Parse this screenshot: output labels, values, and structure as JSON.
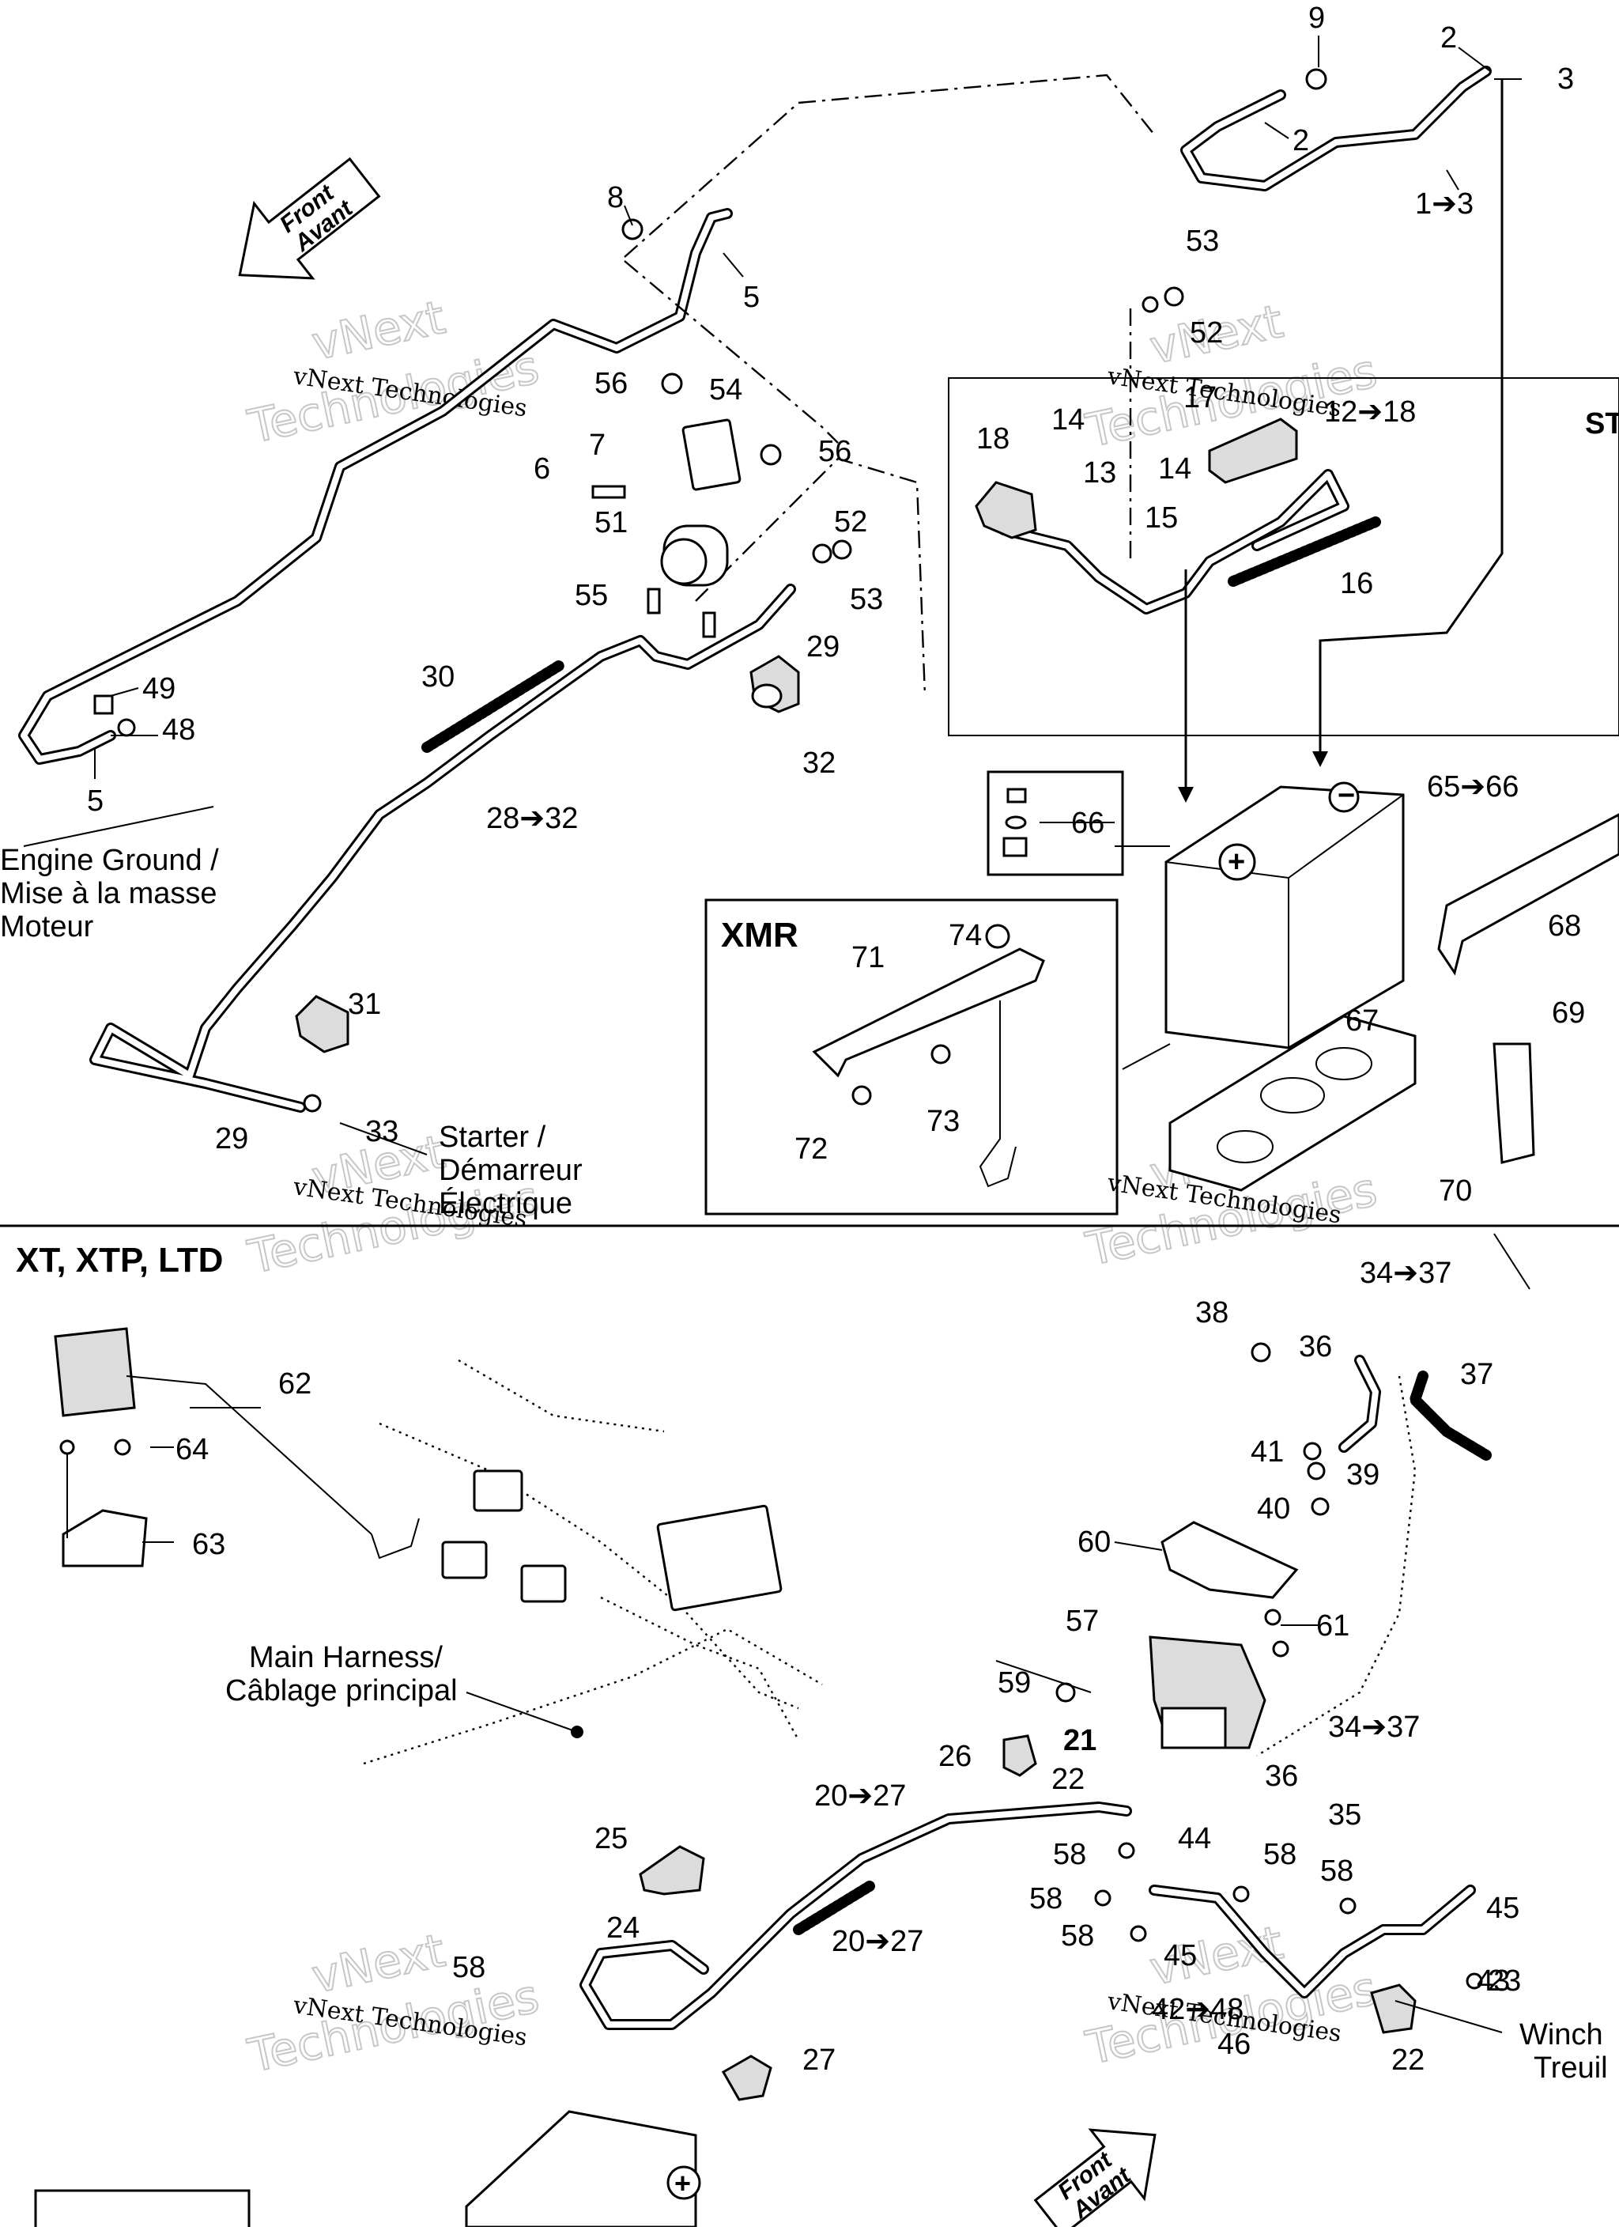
{
  "callouts": [
    "9",
    "2",
    "3",
    "2",
    "1➔3",
    "8",
    "5",
    "53",
    "52",
    "56",
    "54",
    "12➔18",
    "ST",
    "18",
    "14",
    "17",
    "7",
    "56",
    "6",
    "13",
    "14",
    "51",
    "15",
    "52",
    "55",
    "53",
    "16",
    "29",
    "30",
    "49",
    "48",
    "5",
    "28➔32",
    "32",
    "65➔66",
    "66",
    "XMR",
    "74",
    "71",
    "68",
    "31",
    "67",
    "69",
    "29",
    "33",
    "72",
    "73",
    "70",
    "34➔37",
    "38",
    "36",
    "37",
    "62",
    "64",
    "41",
    "39",
    "63",
    "40",
    "60",
    "61",
    "57",
    "59",
    "34➔37",
    "21",
    "26",
    "36",
    "22",
    "20➔27",
    "35",
    "58",
    "44",
    "58",
    "25",
    "58",
    "58",
    "58",
    "45",
    "45",
    "23",
    "20➔27",
    "24",
    "58",
    "43",
    "42➔48",
    "46",
    "22",
    "27"
  ],
  "notes": {
    "engine_ground": [
      "Engine Ground /",
      "Mise à la masse",
      "Moteur"
    ],
    "starter": [
      "Starter /",
      "Démarreur",
      "Électrique"
    ],
    "main_harness": [
      "Main Harness/",
      "Câblage principal"
    ],
    "winch": [
      "Winch",
      "Treuil"
    ]
  },
  "sections": {
    "xmr": "XMR",
    "xt": "XT, XTP, LTD"
  },
  "front_arrow": [
    "Front",
    "Avant"
  ],
  "watermark": {
    "line1": "vNext Technologies",
    "line2": "vNext",
    "line3": "Technologies"
  }
}
